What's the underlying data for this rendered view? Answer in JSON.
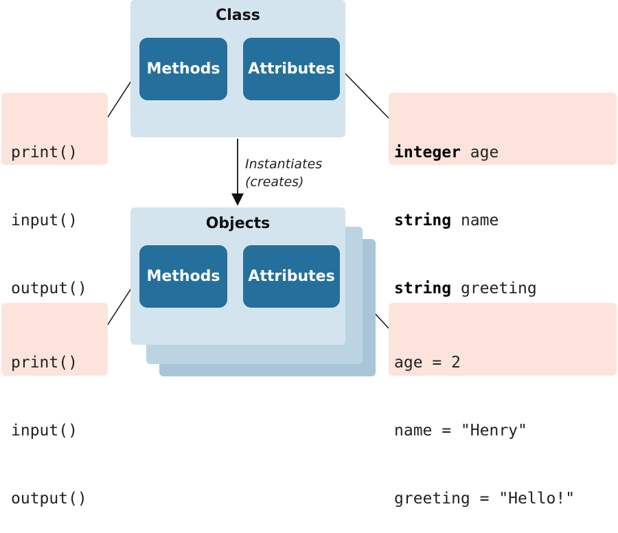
{
  "class_box": {
    "title": "Class",
    "methods_label": "Methods",
    "attributes_label": "Attributes"
  },
  "objects_box": {
    "title": "Objects",
    "methods_label": "Methods",
    "attributes_label": "Attributes"
  },
  "arrow": {
    "line1": "Instantiates",
    "line2": "(creates)"
  },
  "class_methods": [
    "print()",
    "input()",
    "output()"
  ],
  "class_attributes": [
    {
      "type": "integer",
      "name": "age"
    },
    {
      "type": "string",
      "name": "name"
    },
    {
      "type": "string",
      "name": "greeting"
    }
  ],
  "object_methods": [
    "print()",
    "input()",
    "output()"
  ],
  "object_attributes": [
    "age = 2",
    "name = \"Henry\"",
    "greeting = \"Hello!\""
  ],
  "colors": {
    "panel": "#d4e4ee",
    "chip": "#246f9c",
    "code_bg": "#fce3dc"
  }
}
